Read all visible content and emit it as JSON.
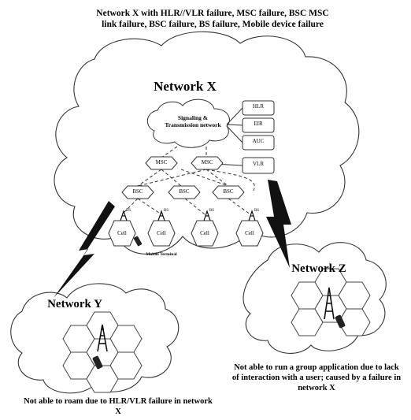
{
  "caption_top": "Network X with HLR//VLR failure, MSC failure, BSC MSC link failure, BSC failure, BS failure, Mobile device failure",
  "network_x": {
    "title": "Network X",
    "signaling_label": "Signaling & Transmission network",
    "db_boxes": [
      "HLR",
      "EIR",
      "AUC",
      "VLR"
    ],
    "msc": [
      "MSC",
      "MSC"
    ],
    "bsc": [
      "BSC",
      "BSC",
      "BSC"
    ],
    "bs_label": "BS",
    "cell_label": "Cell",
    "mobile_terminal": "Mobile Terminal"
  },
  "network_y": {
    "title": "Network Y"
  },
  "network_z": {
    "title": "Network Z"
  },
  "caption_y": "Not able to roam due to HLR/VLR failure in network X",
  "caption_z": "Not able to run a group application due to lack of interaction with a user; caused by a failure in network X"
}
